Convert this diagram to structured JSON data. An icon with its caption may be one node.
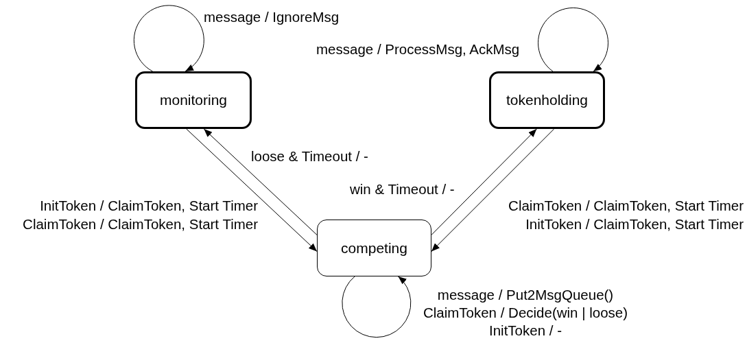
{
  "diagram": {
    "nodes": [
      {
        "text": [
          "monitoring"
        ]
      },
      {
        "text": [
          "tokenholding"
        ]
      },
      {
        "text": [
          "competing"
        ]
      }
    ],
    "edges": [
      {
        "from": 0,
        "to": 0,
        "arrow": "to",
        "label": "message / IgnoreMsg"
      },
      {
        "from": 1,
        "to": 1,
        "arrow": "to",
        "label": "message / ProcessMsg, AckMsg"
      },
      {
        "from": 0,
        "to": 2,
        "arrow": "to",
        "label": "InitToken / ClaimToken, Start Timer ClaimToken / ClaimToken, Start Timer"
      },
      {
        "from": 2,
        "to": 0,
        "arrow": "to",
        "label": "loose & Timeout / -"
      },
      {
        "from": 2,
        "to": 1,
        "arrow": "to",
        "label": "win & Timeout / -"
      },
      {
        "from": 1,
        "to": 2,
        "arrow": "to",
        "label": "ClaimToken / ClaimToken, Start Timer InitToken / ClaimToken, Start Timer"
      },
      {
        "from": 2,
        "to": 2,
        "arrow": "to",
        "label": "message / Put2MsgQueue() ClaimToken / Decide(win | loose) InitToken / -"
      }
    ]
  }
}
